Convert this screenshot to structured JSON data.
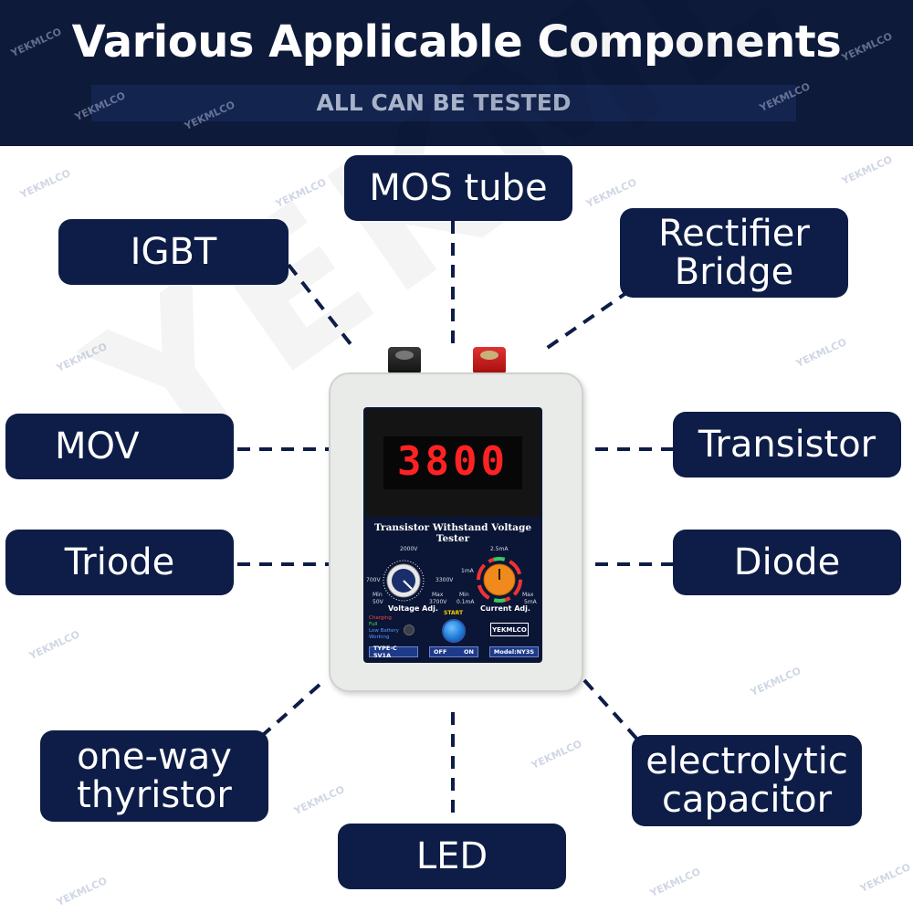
{
  "header": {
    "title": "Various Applicable Components",
    "subtitle": "ALL CAN BE TESTED"
  },
  "watermark": {
    "text": "YEKMLCO",
    "large_text": "YEKMLCO"
  },
  "components": {
    "mos_tube": "MOS tube",
    "igbt": "IGBT",
    "rectifier_line1": "Rectifier",
    "rectifier_line2": "Bridge",
    "mov": "MOV",
    "transistor": "Transistor",
    "triode": "Triode",
    "diode": "Diode",
    "thyristor_line1": "one-way",
    "thyristor_line2": "thyristor",
    "electrolytic_line1": "electrolytic",
    "electrolytic_line2": "capacitor",
    "led": "LED"
  },
  "device": {
    "display_value": "3800",
    "panel_title": "Transistor Withstand Voltage Tester",
    "voltage_top": "2000V",
    "voltage_left": "700V",
    "voltage_right": "3300V",
    "voltage_min": "Min",
    "voltage_min_val": "50V",
    "voltage_max": "Max",
    "voltage_max_val": "3700V",
    "voltage_label": "Voltage Adj.",
    "current_top": "2.5mA",
    "current_left": "1mA",
    "current_min": "Min",
    "current_min_val": "0.1mA",
    "current_max": "Max",
    "current_max_val": "5mA",
    "current_label": "Current Adj.",
    "start_label": "START",
    "status_charging": "Charging",
    "status_full": "Full",
    "status_low": "Low Battery",
    "status_working": "Working",
    "brand": "YEKMLCO",
    "type_c": "TYPE-C 5V1A",
    "switch_off": "OFF",
    "switch_on": "ON",
    "model": "Model:NY3S"
  },
  "colors": {
    "header_bg": "#0d1a3a",
    "label_bg": "#0d1d47",
    "display_red": "#ff2222"
  }
}
